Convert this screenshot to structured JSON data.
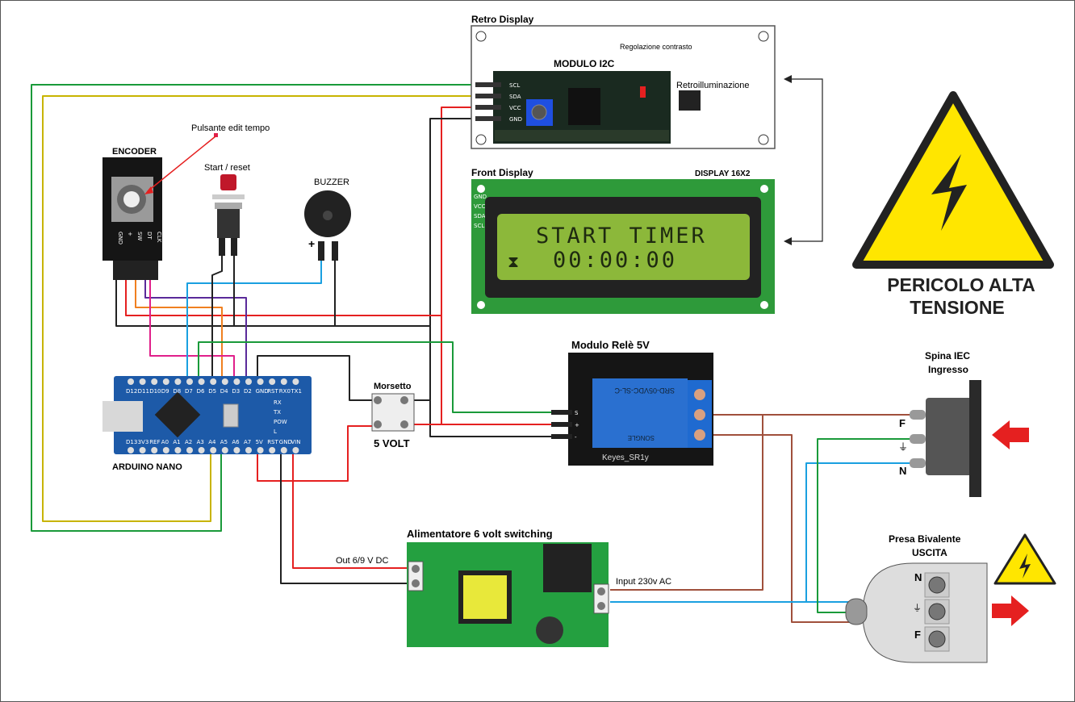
{
  "labels": {
    "retro_display": "Retro Display",
    "contrast": "Regolazione contrasto",
    "i2c_module": "MODULO I2C",
    "backlight": "Retroilluminazione",
    "front_display": "Front Display",
    "display_model": "DISPLAY 16X2",
    "encoder": "ENCODER",
    "encoder_button": "Pulsante edit tempo",
    "start_reset": "Start / reset",
    "buzzer": "BUZZER",
    "buzzer_plus": "+",
    "arduino": "ARDUINO NANO",
    "morsetto": "Morsetto",
    "five_volt": "5 VOLT",
    "relay": "Modulo  Relè 5V",
    "relay_brand": "Keyes_SR1y",
    "relay_model": "SRD-05VDC-SL-C",
    "relay_brand2": "SONGLE",
    "psu": "Alimentatore 6 volt switching",
    "psu_out": "Out 6/9 V DC",
    "psu_in": "Input 230v AC",
    "iec_line1": "Spina IEC",
    "iec_line2": "Ingresso",
    "outlet_line1": "Presa Bivalente",
    "outlet_line2": "USCITA",
    "warning_line1": "PERICOLO ALTA",
    "warning_line2": "TENSIONE",
    "phase": "F",
    "neutral": "N",
    "earth": "⏚"
  },
  "i2c_pins": [
    "SCL",
    "SDA",
    "VCC",
    "GND"
  ],
  "lcd_side_pins": [
    "GND",
    "VCC",
    "SDA",
    "SCL"
  ],
  "lcd": {
    "line1": "START TIMER",
    "line2": "00:00:00",
    "line2_icon": "hourglass-icon"
  },
  "encoder_pins": [
    "GND",
    "+",
    "SW",
    "DT",
    "CLK"
  ],
  "nano_top_pins": [
    "D12",
    "D11",
    "D10",
    "D9",
    "D8",
    "D7",
    "D6",
    "D5",
    "D4",
    "D3",
    "D2",
    "GND",
    "RST",
    "RX0",
    "TX1"
  ],
  "nano_bottom_pins": [
    "D13",
    "3V3",
    "REF",
    "A0",
    "A1",
    "A2",
    "A3",
    "A4",
    "A5",
    "A6",
    "A7",
    "5V",
    "RST",
    "GND",
    "VIN"
  ],
  "nano_leds": [
    "RX",
    "TX",
    "POW",
    "L"
  ],
  "relay_pins": [
    "S",
    "+",
    "-"
  ],
  "colors": {
    "scl": "#1a9a3a",
    "sda": "#c8b400",
    "vcc": "#e52020",
    "gnd": "#222222",
    "blue": "#1aa0e0",
    "brown": "#a0503c",
    "orange": "#f08020",
    "purple": "#5a2a9a",
    "pink": "#e0208a",
    "warning": "#ffe600",
    "arrow": "#e52020"
  }
}
